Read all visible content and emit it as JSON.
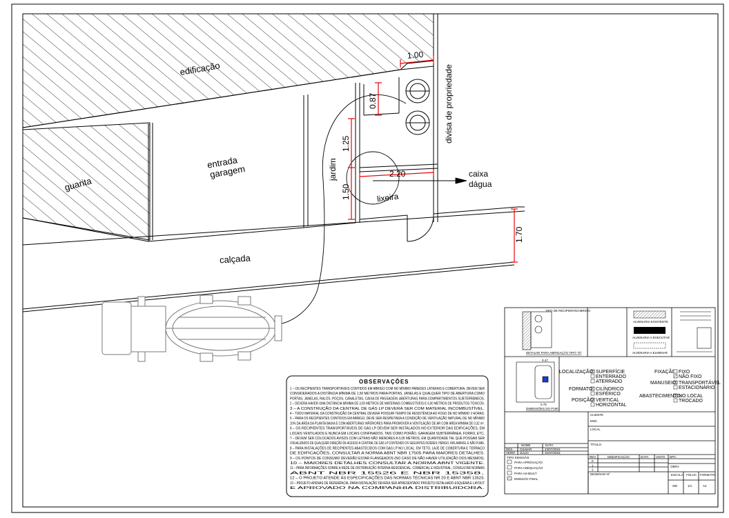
{
  "labels": {
    "edificacao": "edificação",
    "divisa": "divisa de propriedade",
    "guarita": "guarita",
    "entrada_l1": "entrada",
    "entrada_l2": "garagem",
    "jardim": "jardim",
    "lixeira": "lixeira",
    "caixa_l1": "caixa",
    "caixa_l2": "dágua",
    "calcada": "calçada"
  },
  "dimensions": {
    "d100": "1.00",
    "d087": "0.87",
    "d125": "1.25",
    "d220": "2.20",
    "d150": "1.50",
    "d170": "1.70"
  },
  "observacoes": {
    "title": "OBSERVAÇÕES",
    "notes": [
      "1 – OS RECIPIENTES TRANSPORTÁVEIS CONTIDOS EM ABRIGO COM NO MÍNIMO PAREDES LATERAIS E COBERTURA, DEVEM SER",
      "CONSIDERADOS A DISTÂNCIA MÍNIMA DE 1,50 METROS PARA PORTAS, JANELAS E QUALQUER TIPO DE ABERTURA COMO",
      "PORTAS, JANELAS, RALOS, POÇOS, CANALETAS, CAIXA DE PASSAGEM, ABERTURAS PARA COMPARTIMENTOS SUBTERRÂNEOS.",
      "2 – DEVERÁ HAVER UMA DISTÂNCIA MÍNIMA DE 3,00 METROS DE MATERIAIS COMBUSTÍVEIS E 6,00 METROS DE PRODUTOS TÓXICOS.",
      "3 – A CONSTRUÇÃO DA CENTRAL DE GÁS LP DEVERÁ SER COM MATERIAL INCOMBUSTÍVEL.",
      "4 – TODO MATERIAL DA CONSTRUÇÃO DA CENTRAL DEVERÁ POSSUIR TEMPO DE RESISTÊNCIA AO FOGO DE NO MÍNIMO 2 HORAS.",
      "5 – PARA OS RECIPIENTES CONTIDOS EM ABRIGO, DEVE SER RESPEITADA A CONDIÇÃO DE VENTILAÇÃO NATURAL DE NO MÍNIMO",
      "10% DA ÁREA DA PLANTA BAIXA E COM ABERTURAS INFERIORES PARA PROMOVER A VENTILAÇÃO DE AR COM ÁREA MÍNIMA DE 0,32 m².",
      "6 – OS RECIPIENTES TRANSPORTÁVEIS DE GÁS LP DEVEM SER INSTALADOS NO EXTERIOR DAS EDIFICAÇÕES, EM",
      "LOCAIS VENTILADOS E NUNCA EM LOCAIS CONFINADOS, TAIS COMO PORÃO, GARAGEM SUBTERRÂNEA, FORRO, ETC.",
      "7 – DEVEM SER COLOCADOS AVISOS COM LETRAS NÃO MENORES A 0,05 METROS, EM QUANTIDADE TAL QUE POSSAM SER",
      "VISUALIZADOS DE QUALQUER DIREÇÃO DE ACESSO À CENTRAL DE GÁS LP CONTENDO OS SEGUINTES DIZERES: PERIGO, INFLAMÁVEL E NÃO FUME.",
      "8 – PARA INSTALAÇÕES DE RECIPIENTES ABASTECIDOS COM GÁS LP NO LOCAL, EM TETO, LAJE DE COBERTURA E TERRAÇO",
      "DE EDIFICAÇÕES, CONSULTAR A NORMA ABNT NBR 17505 PARA MAIORES DETALHES.",
      "9 – OS PONTOS DE CONSUMO DEVERÃO ESTAR FLANGEADOS (NO CASO DE NÃO HAVER UTILIZAÇÃO DOS MESMOS).",
      "10 – MAIORES DETALHES CONSULTAR A NORMA ABNT VIGENTE.",
      "11 – PARA INFORMAÇÕES SOBRE A REDE DE DISTRIBUIÇÃO INTERNA RESIDENCIAL, COMERCIAL E INDUSTRIAL, CONSULTAR NORMAS",
      "ABNT NBR 15526 E NBR 15358.",
      "12 – O PROJETO ATENDE ÀS ESPECIFICAÇÕES DAS NORMAS TÉCNICAS NR 20 E ABNT NBR 13523.",
      "13 – PROJETO APENAS DE REFERÊNCIA. PARA INSTALAÇÃO DEVERÁ SER APRESENTADO PROJETO DETALHADO ESQUEMA E LAYOUT",
      "E APROVADO NA COMPANHIA DISTRIBUIDORA."
    ]
  },
  "title_block": {
    "detalhe_title": "TIPO DE RECIPIENTE/ABRIGO",
    "detalhe_caption": "DETALHE PARA ABRIGAÇÃO TIPO \"D\"",
    "legend": [
      "ALVENARIA EXISTENTE",
      "ALVENARIA A EXECUTAR",
      "ALVENARIA A ELIMINAR"
    ],
    "cyl_dim_top": "0.47",
    "cyl_dim_bottom": "0.75",
    "cyl_caption": "DIMENSÕES DO P190",
    "localizacao_label": "LOCALIZAÇÃO:",
    "localizacao_opts": [
      "SUPERFÍCIE",
      "ENTERRADO",
      "ATERRADO"
    ],
    "formato_label": "FORMATO:",
    "formato_opts": [
      "CILÍNDRICO",
      "ESFÉRICO"
    ],
    "posicao_label": "POSIÇÃO:",
    "posicao_opts": [
      "VERTICAL",
      "HORIZONTAL"
    ],
    "fixacao_label": "FIXAÇÃO:",
    "fixacao_opts": [
      "FIXO",
      "NÃO FIXO"
    ],
    "manuseio_label": "MANUSEIO:",
    "manuseio_opts": [
      "TRANSPORTÁVEL",
      "ESTACIONÁRIO"
    ],
    "abastecimento_label": "ABASTECIMENTO:",
    "abastecimento_opts": [
      "NO LOCAL",
      "TROCADO"
    ],
    "cliente": "CLIENTE",
    "end": "END.",
    "local": "LOCAL",
    "titulo": "TÍTULO",
    "nome_h": "NOME",
    "data_h": "DATA",
    "des": "DES.",
    "des_nome": "GILMAR",
    "des_data": "23/07/2015",
    "verif": "VERIF.",
    "verif_nome": "JULIO",
    "verif_data": "31/07/2015",
    "tipo_emissao": "TIPO EMISSÃO:",
    "emissao_opts": [
      "PARA APROVAÇÃO",
      "PARA ADEQUAÇÃO",
      "PARA AS-BUILT",
      "EMISSÃO FINAL"
    ],
    "rev_headers": [
      "REV",
      "MODIFICAÇÃO",
      "DATA",
      "VISTO",
      "DPC"
    ],
    "rev_rows": [
      "0",
      "1",
      "2"
    ],
    "obra": "OBRA",
    "desenho_n": "DESENHO Nº",
    "escala_h": "ESCALA",
    "escala": "S/E",
    "folha_h": "FOLHA",
    "folha": "1/1",
    "formato_h": "FORMATO",
    "formato_v": "A4"
  }
}
